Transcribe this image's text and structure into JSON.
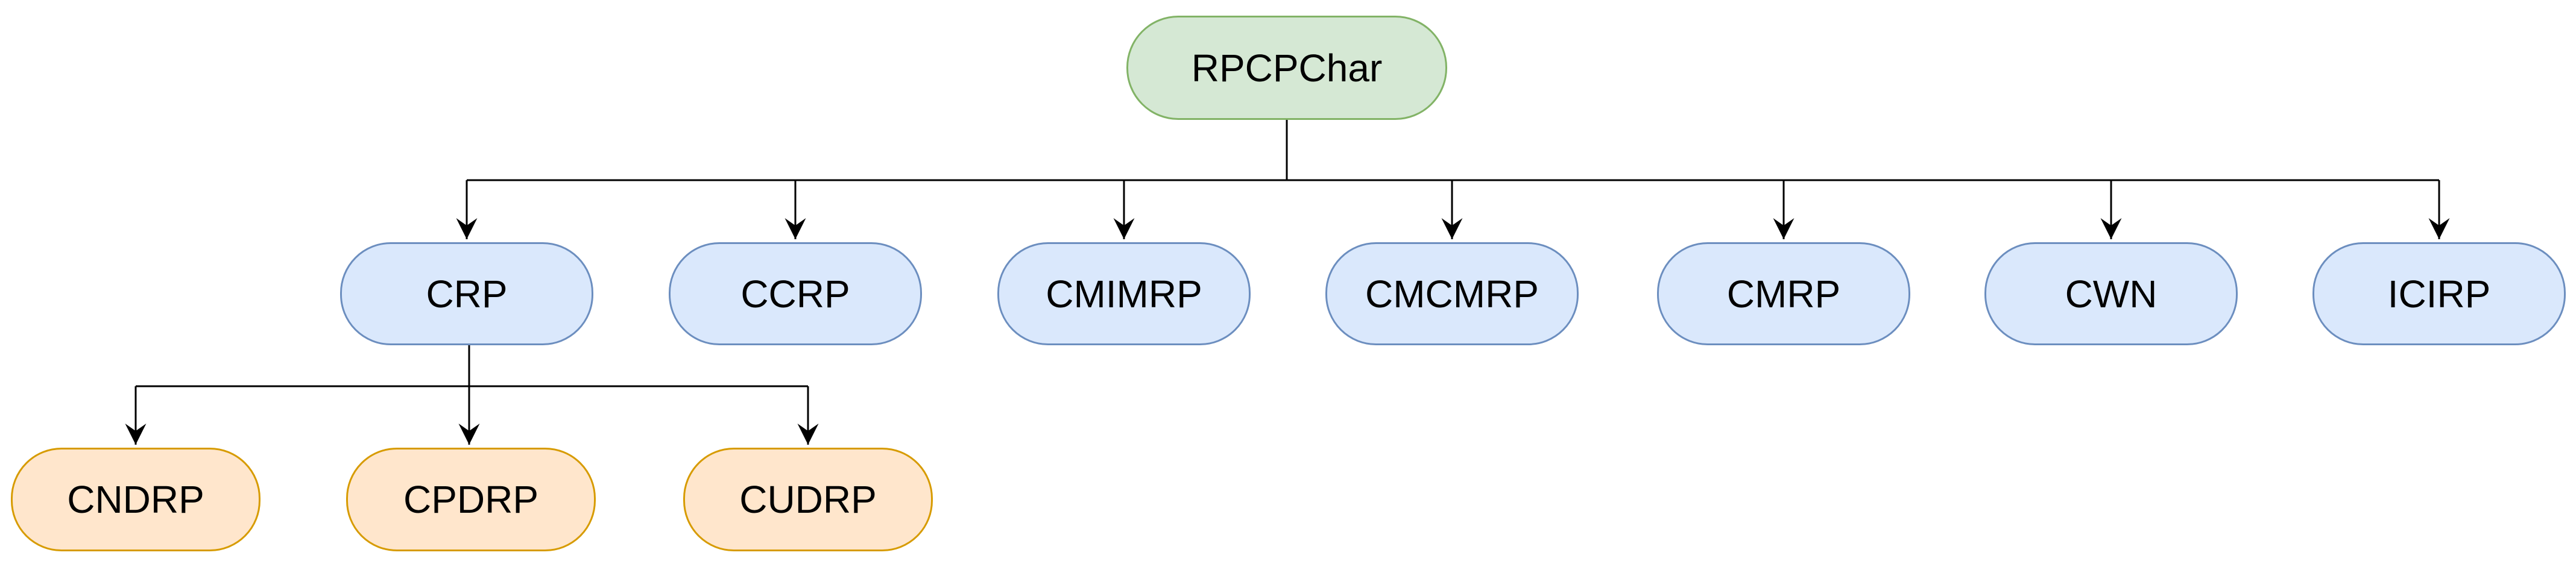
{
  "diagram": {
    "type": "tree",
    "root": {
      "label": "RPCPChar"
    },
    "level2": [
      {
        "label": "CRP"
      },
      {
        "label": "CCRP"
      },
      {
        "label": "CMIMRP"
      },
      {
        "label": "CMCMRP"
      },
      {
        "label": "CMRP"
      },
      {
        "label": "CWN"
      },
      {
        "label": "ICIRP"
      }
    ],
    "level3": [
      {
        "label": "CNDRP"
      },
      {
        "label": "CPDRP"
      },
      {
        "label": "CUDRP"
      }
    ],
    "edges": [
      {
        "from": "RPCPChar",
        "to": "CRP"
      },
      {
        "from": "RPCPChar",
        "to": "CCRP"
      },
      {
        "from": "RPCPChar",
        "to": "CMIMRP"
      },
      {
        "from": "RPCPChar",
        "to": "CMCMRP"
      },
      {
        "from": "RPCPChar",
        "to": "CMRP"
      },
      {
        "from": "RPCPChar",
        "to": "CWN"
      },
      {
        "from": "RPCPChar",
        "to": "ICIRP"
      },
      {
        "from": "CRP",
        "to": "CNDRP"
      },
      {
        "from": "CRP",
        "to": "CPDRP"
      },
      {
        "from": "CRP",
        "to": "CUDRP"
      }
    ],
    "styles": {
      "root": {
        "fill": "#d5e8d4",
        "stroke": "#82b366"
      },
      "level2": {
        "fill": "#dae8fc",
        "stroke": "#6c8ebf"
      },
      "level3": {
        "fill": "#ffe6cc",
        "stroke": "#d79b00"
      },
      "connector": "#000000",
      "text": "#000000",
      "background": "#ffffff"
    }
  }
}
